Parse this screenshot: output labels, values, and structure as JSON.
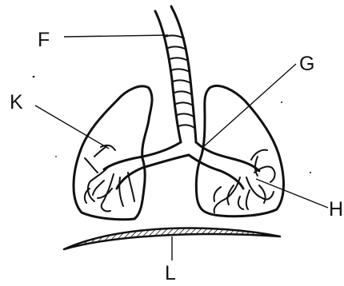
{
  "labels": {
    "F": "F",
    "G": "G",
    "K": "K",
    "H": "H",
    "L": "L"
  },
  "colors": {
    "ink": "#111111",
    "background": "#ffffff"
  }
}
